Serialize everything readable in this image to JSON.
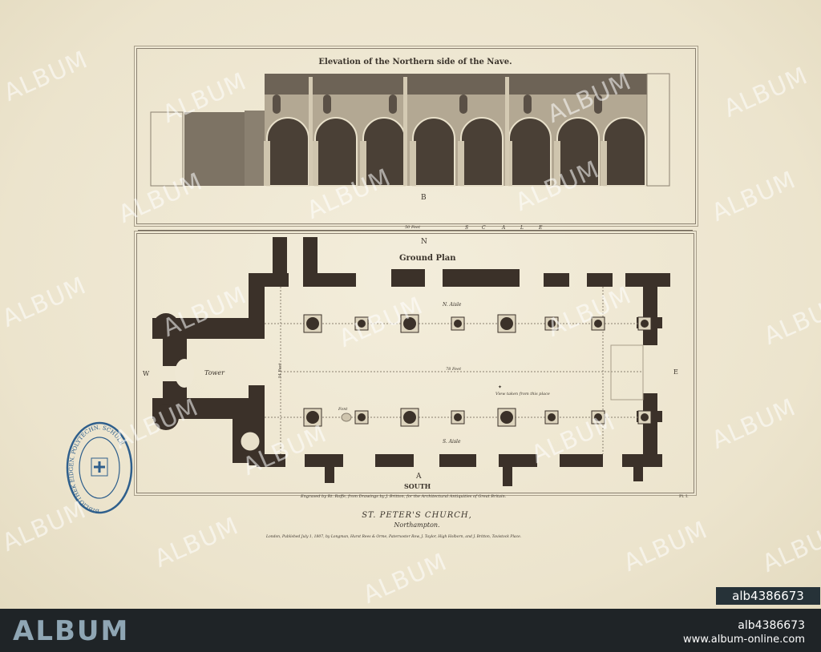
{
  "elevation": {
    "title": "Elevation of the Northern side of the Nave.",
    "label_b": "B"
  },
  "scale": {
    "feet": "50 Feet",
    "letters": [
      "S",
      "C",
      "A",
      "L",
      "E"
    ]
  },
  "plan": {
    "north": "N",
    "title": "Ground Plan",
    "n_aisle": "N. Aisle",
    "s_aisle": "S. Aisle",
    "tower": "Tower",
    "west": "W",
    "east": "E",
    "length": "78 Feet",
    "width": "54 Feet",
    "font": "Font",
    "view_note": "View taken from this place",
    "label_a": "A",
    "south": "SOUTH"
  },
  "credits": {
    "engraved": "Engraved by Rt. Roffe, from Drawings by J. Britton, for the Architectural Antiquities of Great Britain.",
    "plate": "Pl. I.",
    "title": "ST. PETER'S CHURCH,",
    "subtitle": "Northampton.",
    "published": "London, Published July 1, 1807, by Longman, Hurst Rees & Orme, Paternoster Row, J. Taylor, High Holborn, and J. Britton, Tavistock Place."
  },
  "stamp": {
    "text": "BIBLIOTHEK EIDGEN. POLYTECHN. SCHULE"
  },
  "watermark": "ALBUM",
  "image_id": "alb4386673",
  "footer": {
    "logo": "ALBUM",
    "id": "alb4386673",
    "url": "www.album-online.com"
  }
}
